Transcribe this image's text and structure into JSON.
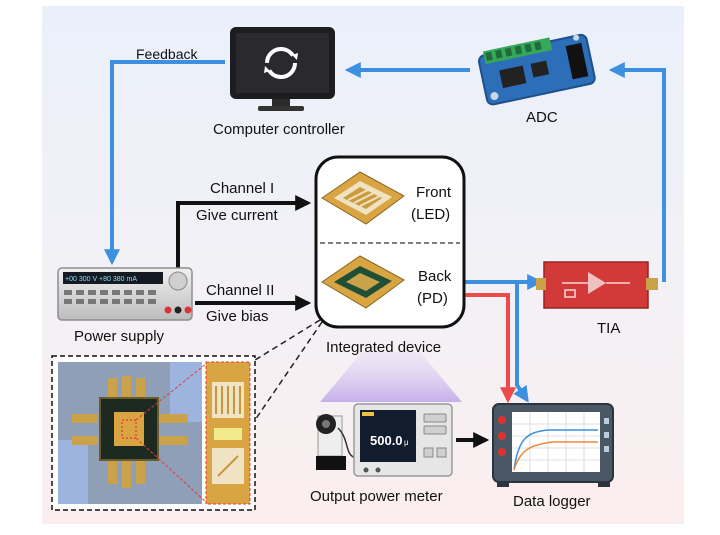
{
  "labels": {
    "feedback": "Feedback",
    "computer_controller": "Computer controller",
    "adc": "ADC",
    "channel_1": "Channel I",
    "give_current": "Give current",
    "channel_2": "Channel II",
    "give_bias": "Give bias",
    "front": "Front",
    "led": "(LED)",
    "back": "Back",
    "pd": "(PD)",
    "integrated_device": "Integrated device",
    "power_supply": "Power supply",
    "tia": "TIA",
    "output_power_meter": "Output power meter",
    "data_logger": "Data logger"
  },
  "readouts": {
    "power_supply_line_1": "+00 300 V  +80 380 mA",
    "power_meter_value": "500.0",
    "power_meter_unit": "μ"
  },
  "colors": {
    "blue_arrow": "#3d8fe0",
    "red_arrow": "#ee4a4a",
    "black_arrow": "#111111",
    "pcb_blue": "#2c6fb8",
    "tia_red": "#d23a3a",
    "chip_gold": "#d9a543"
  }
}
